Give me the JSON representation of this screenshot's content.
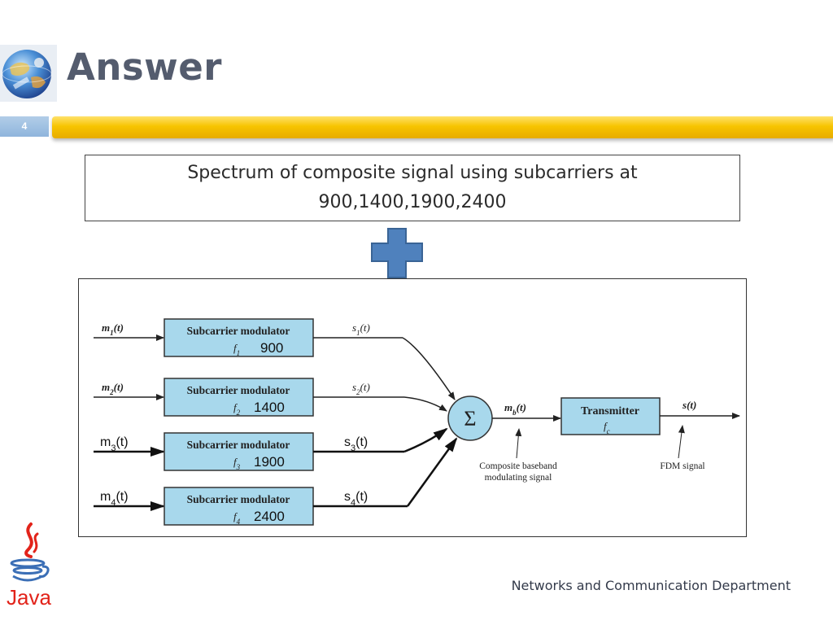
{
  "slide": {
    "title": "Answer",
    "number": "4"
  },
  "caption": "Spectrum of composite signal using subcarriers at 900,1400,1900,2400",
  "diagram": {
    "rows": [
      {
        "input_sym": "m",
        "input_sub": "1",
        "output_sym": "s",
        "output_sub": "1",
        "modulator_label": "Subcarrier modulator",
        "freq_sym": "f",
        "freq_sub": "1",
        "freq_value": "900"
      },
      {
        "input_sym": "m",
        "input_sub": "2",
        "output_sym": "s",
        "output_sub": "2",
        "modulator_label": "Subcarrier modulator",
        "freq_sym": "f",
        "freq_sub": "2",
        "freq_value": "1400"
      },
      {
        "input_sym": "m",
        "input_sub": "3",
        "output_sym": "s",
        "output_sub": "3",
        "modulator_label": "Subcarrier modulator",
        "freq_sym": "f",
        "freq_sub": "3",
        "freq_value": "1900"
      },
      {
        "input_sym": "m",
        "input_sub": "4",
        "output_sym": "s",
        "output_sub": "4",
        "modulator_label": "Subcarrier modulator",
        "freq_sym": "f",
        "freq_sub": "4",
        "freq_value": "2400"
      }
    ],
    "sum_symbol": "Σ",
    "baseband_sym": "m",
    "baseband_sub": "b",
    "arg": "(t)",
    "transmitter_label": "Transmitter",
    "transmitter_freq_sym": "f",
    "transmitter_freq_sub": "c",
    "output_sym": "s",
    "composite_label_line1": "Composite baseband",
    "composite_label_line2": "modulating signal",
    "fdm_label": "FDM signal"
  },
  "footer": "Networks and Communication Department",
  "logos": {
    "java_text": "Java",
    "java_color": "#e2231a",
    "java_blue": "#3b6fb6"
  },
  "colors": {
    "accent_bar": "#f7c400",
    "modulator_fill": "#a8d8ec",
    "plus_fill": "#4f81bd"
  }
}
